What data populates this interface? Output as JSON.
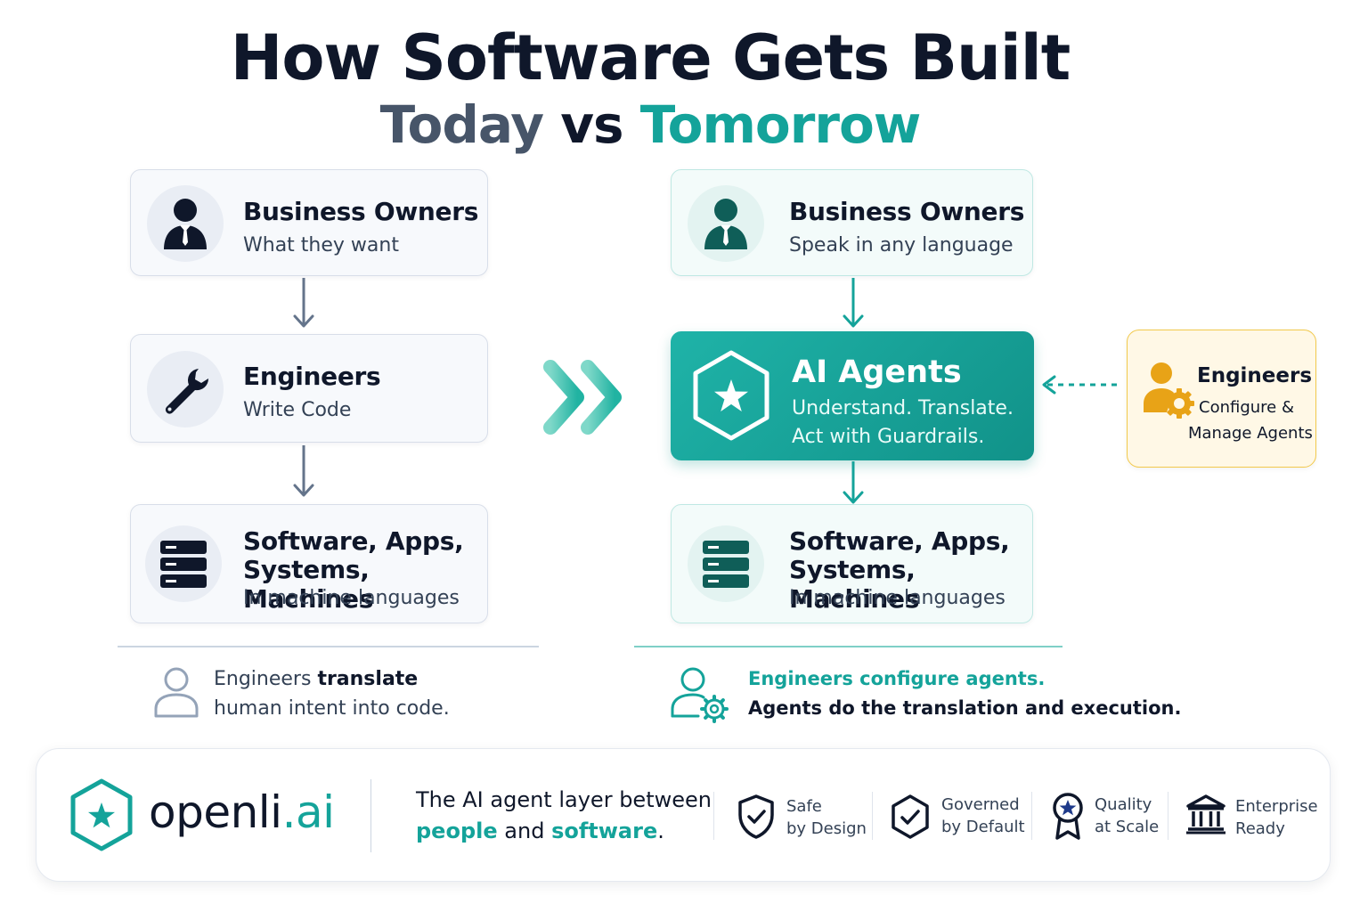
{
  "title": "How Software Gets Built",
  "subtitle": {
    "today": "Today",
    "vs": "vs",
    "tomorrow": "Tomorrow"
  },
  "today": {
    "cards": [
      {
        "title": "Business Owners",
        "subtitle": "What they want",
        "icon": "business-person-icon"
      },
      {
        "title": "Engineers",
        "subtitle": "Write Code",
        "icon": "wrench-icon"
      },
      {
        "title_line1": "Software, Apps,",
        "title_line2": "Systems, Machines",
        "subtitle": "In machine languages",
        "icon": "server-stack-icon"
      }
    ],
    "note": {
      "line1_plain": "Engineers ",
      "line1_bold": "translate",
      "line2": "human intent into code."
    }
  },
  "tomorrow": {
    "cards": [
      {
        "title": "Business Owners",
        "subtitle": "Speak in any language",
        "icon": "business-person-icon"
      },
      {
        "title": "AI Agents",
        "line1": "Understand. Translate.",
        "line2": "Act with Guardrails.",
        "icon": "hexagon-star-icon"
      },
      {
        "title_line1": "Software, Apps,",
        "title_line2": "Systems, Machines",
        "subtitle": "In machine languages",
        "icon": "server-stack-icon"
      }
    ],
    "engineers_side": {
      "title": "Engineers",
      "line1": "Configure &",
      "line2": "Manage Agents",
      "icon": "person-gear-icon"
    },
    "note": {
      "line1": "Engineers configure agents.",
      "line2": "Agents do the translation and execution."
    }
  },
  "footer": {
    "brand_main": "openli",
    "brand_suffix": ".ai",
    "tagline": {
      "part1": "The AI agent layer between",
      "people": "people",
      "and": " and ",
      "software": "software",
      "period": "."
    },
    "badges": [
      {
        "line1": "Safe",
        "line2": "by Design",
        "icon": "shield-check-icon"
      },
      {
        "line1": "Governed",
        "line2": "by Default",
        "icon": "hexagon-check-icon"
      },
      {
        "line1": "Quality",
        "line2": "at Scale",
        "icon": "award-star-icon"
      },
      {
        "line1": "Enterprise",
        "line2": "Ready",
        "icon": "bank-building-icon"
      }
    ]
  },
  "colors": {
    "teal": "#14a39a",
    "slate": "#475569",
    "navy": "#0f172a",
    "amber": "#e8a317"
  }
}
